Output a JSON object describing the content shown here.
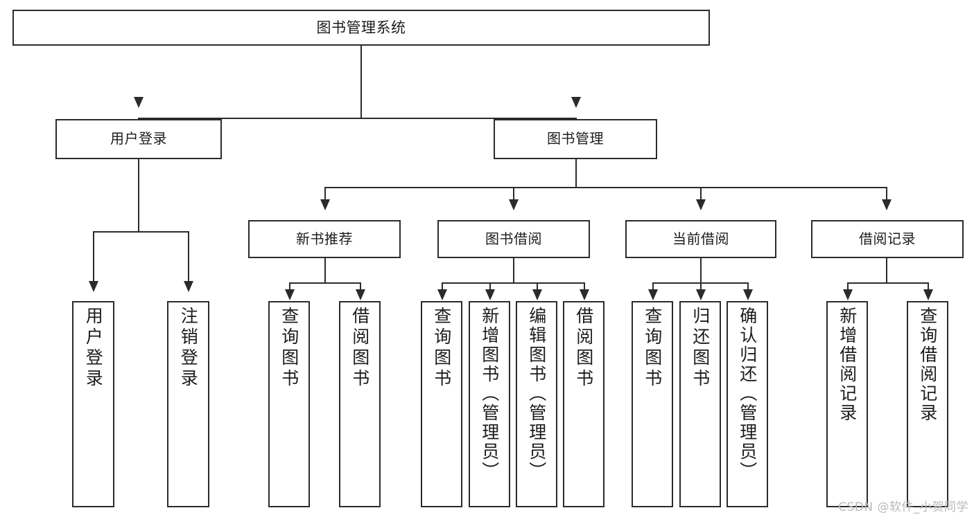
{
  "diagram": {
    "title": "图书管理系统",
    "type": "tree-hierarchy",
    "root": {
      "id": "root",
      "label": "图书管理系统"
    },
    "level2": [
      {
        "id": "user-login",
        "label": "用户登录"
      },
      {
        "id": "book-manage",
        "label": "图书管理"
      }
    ],
    "level3": [
      {
        "id": "new-book-recommend",
        "label": "新书推荐",
        "parent": "book-manage"
      },
      {
        "id": "book-borrow",
        "label": "图书借阅",
        "parent": "book-manage"
      },
      {
        "id": "current-borrow",
        "label": "当前借阅",
        "parent": "book-manage"
      },
      {
        "id": "borrow-record",
        "label": "借阅记录",
        "parent": "book-manage"
      }
    ],
    "leaves": [
      {
        "id": "leaf-user-login",
        "label": "用户登录",
        "parent": "user-login"
      },
      {
        "id": "leaf-logout-login",
        "label": "注销登录",
        "parent": "user-login"
      },
      {
        "id": "leaf-query-book-1",
        "label": "查询图书",
        "parent": "new-book-recommend"
      },
      {
        "id": "leaf-borrow-book-1",
        "label": "借阅图书",
        "parent": "new-book-recommend"
      },
      {
        "id": "leaf-query-book-2",
        "label": "查询图书",
        "parent": "book-borrow"
      },
      {
        "id": "leaf-add-book",
        "label": "新增图书（管理员）",
        "parent": "book-borrow"
      },
      {
        "id": "leaf-edit-book",
        "label": "编辑图书（管理员）",
        "parent": "book-borrow"
      },
      {
        "id": "leaf-borrow-book-2",
        "label": "借阅图书",
        "parent": "book-borrow"
      },
      {
        "id": "leaf-query-book-3",
        "label": "查询图书",
        "parent": "current-borrow"
      },
      {
        "id": "leaf-return-book",
        "label": "归还图书",
        "parent": "current-borrow"
      },
      {
        "id": "leaf-confirm-return",
        "label": "确认归还（管理员）",
        "parent": "current-borrow"
      },
      {
        "id": "leaf-add-record",
        "label": "新增借阅记录",
        "parent": "borrow-record"
      },
      {
        "id": "leaf-query-record",
        "label": "查询借阅记录",
        "parent": "borrow-record"
      }
    ]
  },
  "watermark": {
    "text": "CSDN @软件_小贺同学"
  },
  "colors": {
    "stroke": "#2b2b2b",
    "text": "#1c1c1c",
    "background": "#ffffff",
    "watermark": "#b9b9b9"
  }
}
